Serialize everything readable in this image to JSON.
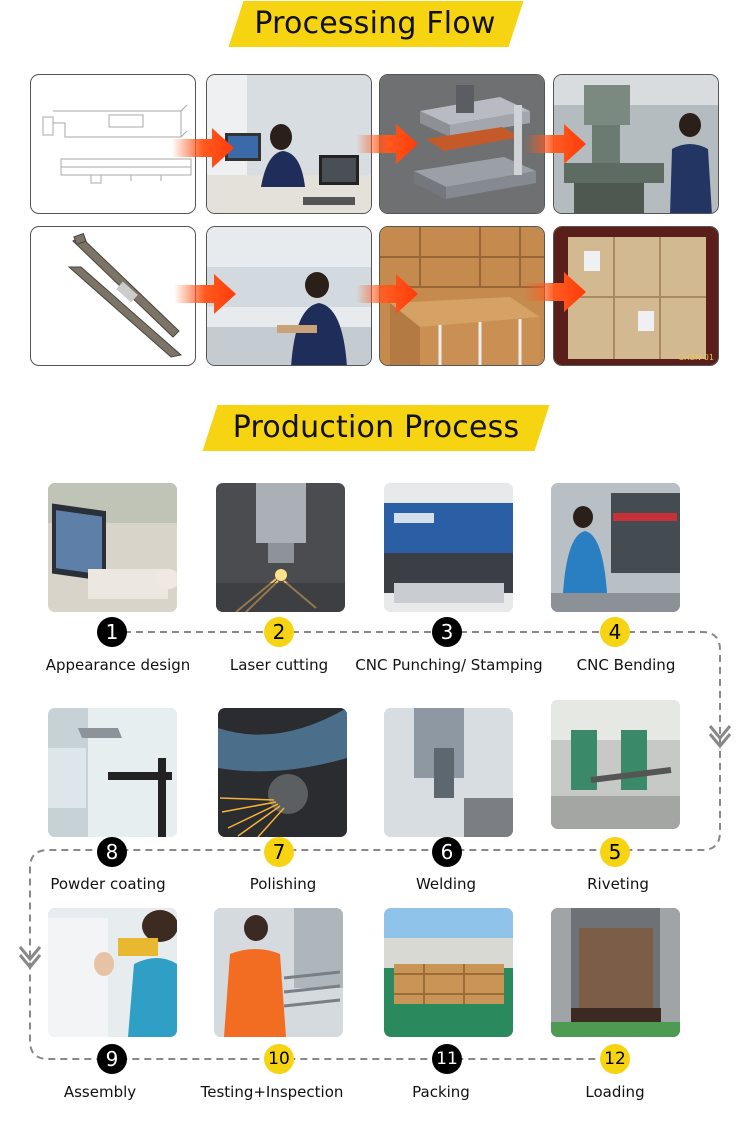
{
  "sections": {
    "processing_flow_title": "Processing Flow",
    "production_process_title": "Production Process"
  },
  "processing_flow": {
    "tiles": [
      {
        "subject": "technical-drawing"
      },
      {
        "subject": "engineer-at-computer"
      },
      {
        "subject": "stamping-die-3d-model"
      },
      {
        "subject": "milling-machine-operator"
      },
      {
        "subject": "pci-bracket-product"
      },
      {
        "subject": "worker-inspecting"
      },
      {
        "subject": "carton-boxes"
      },
      {
        "subject": "container-loading"
      }
    ],
    "watermark_text": "CHEN-01"
  },
  "steps": [
    {
      "number": "1",
      "label": "Appearance design",
      "badge": "black"
    },
    {
      "number": "2",
      "label": "Laser cutting",
      "badge": "yellow"
    },
    {
      "number": "3",
      "label": "CNC Punching/ Stamping",
      "badge": "black"
    },
    {
      "number": "4",
      "label": "CNC Bending",
      "badge": "yellow"
    },
    {
      "number": "5",
      "label": "Riveting",
      "badge": "yellow"
    },
    {
      "number": "6",
      "label": "Welding",
      "badge": "black"
    },
    {
      "number": "7",
      "label": "Polishing",
      "badge": "yellow"
    },
    {
      "number": "8",
      "label": "Powder coating",
      "badge": "black"
    },
    {
      "number": "9",
      "label": "Assembly",
      "badge": "black"
    },
    {
      "number": "10",
      "label": "Testing+Inspection",
      "badge": "yellow"
    },
    {
      "number": "11",
      "label": "Packing",
      "badge": "black"
    },
    {
      "number": "12",
      "label": "Loading",
      "badge": "yellow"
    }
  ],
  "colors": {
    "accent": "#f6d411",
    "arrow": "#ff5a1f",
    "connector": "#888888"
  }
}
